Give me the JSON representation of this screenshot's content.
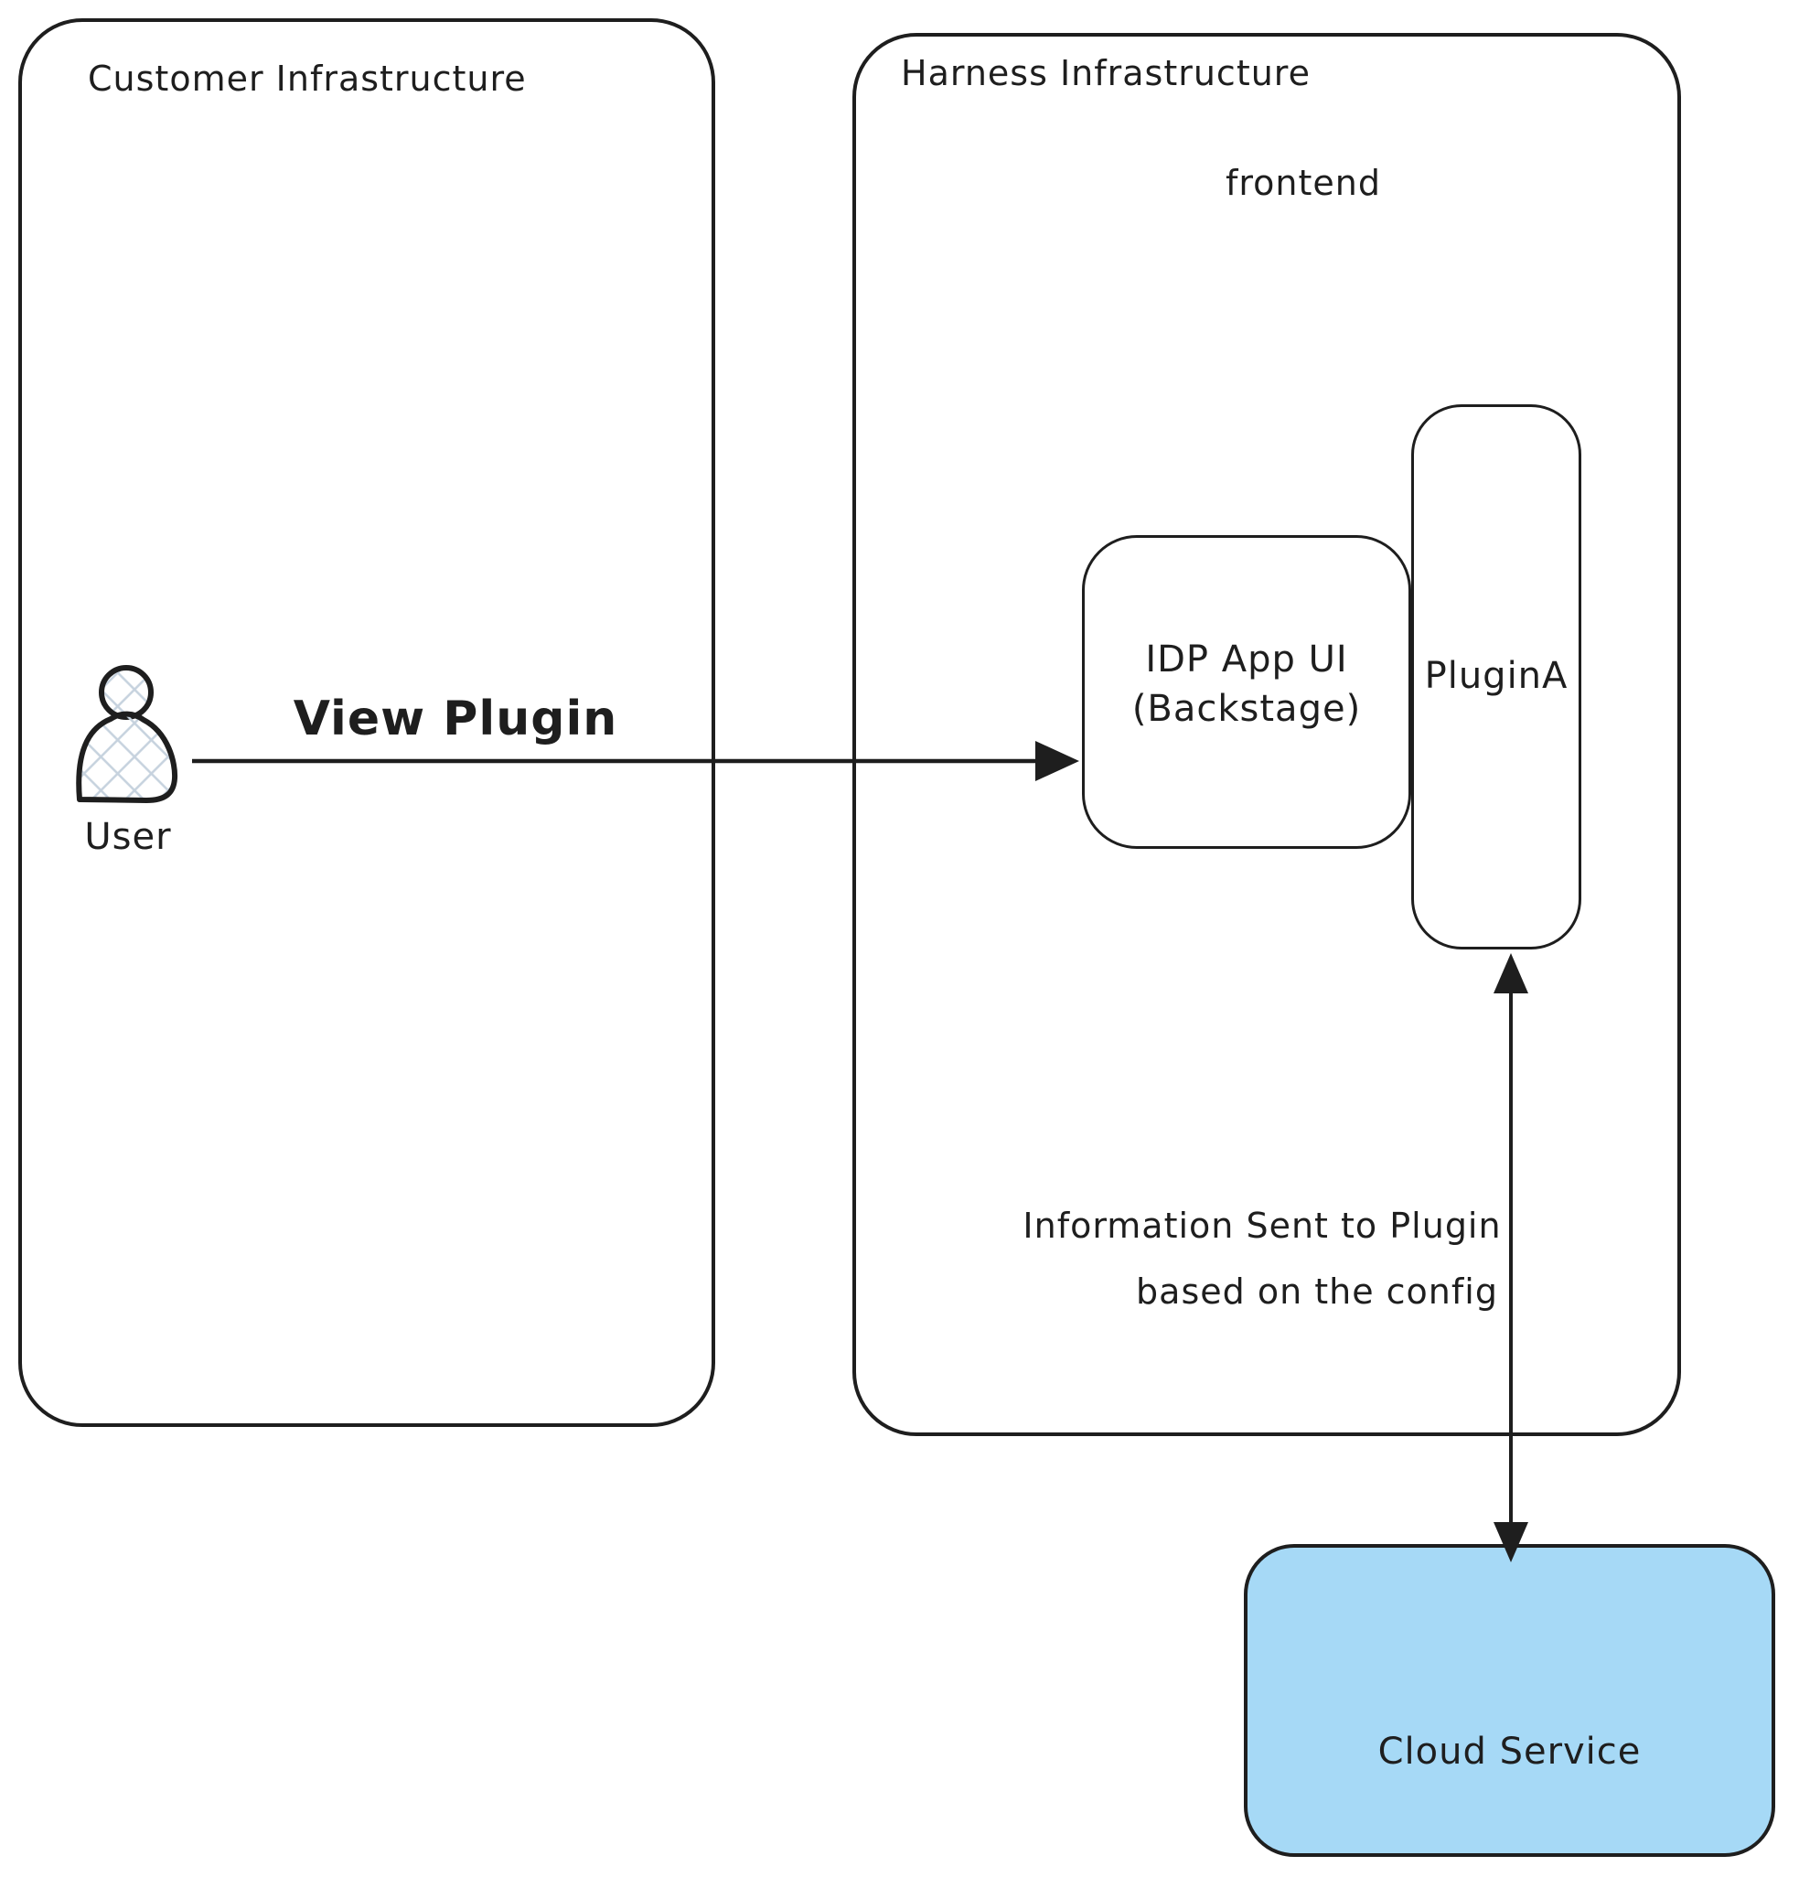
{
  "colors": {
    "stroke": "#1e1e1e",
    "cloud_fill": "#a6d9f6",
    "background": "#ffffff",
    "hatch": "#c6d2de"
  },
  "customer_box": {
    "title": "Customer Infrastructure"
  },
  "user": {
    "label": "User"
  },
  "view_plugin_arrow": {
    "label": "View Plugin"
  },
  "harness_box": {
    "title": "Harness Infrastructure",
    "frontend_label": "frontend"
  },
  "idp_box": {
    "title_line1": "IDP App UI",
    "title_line2": "(Backstage)"
  },
  "plugin_box": {
    "label": "PluginA"
  },
  "info_arrow": {
    "label_line1": "Information Sent to Plugin",
    "label_line2": "based on the config"
  },
  "cloud_box": {
    "label": "Cloud Service"
  }
}
